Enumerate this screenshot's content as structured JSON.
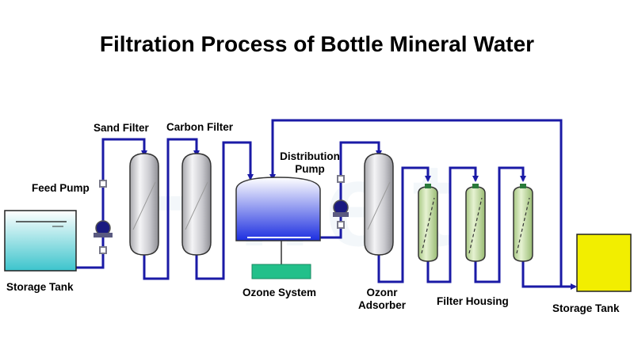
{
  "title": "Filtration Process of Bottle Mineral Water",
  "labels": {
    "storage_tank_in": "Storage Tank",
    "feed_pump": "Feed Pump",
    "sand_filter": "Sand Filter",
    "carbon_filter": "Carbon Filter",
    "ozone_system": "Ozone System",
    "distribution_pump_line1": "Distribution",
    "distribution_pump_line2": "Pump",
    "ozonr_adsorber_line1": "Ozonr",
    "ozonr_adsorber_line2": "Adsorber",
    "filter_housing": "Filter Housing",
    "storage_tank_out": "Storage Tank"
  },
  "colors": {
    "pipe": "#1a1aa6",
    "storage_tank_in_water": "#5fd0d8",
    "storage_tank_out": "#f2ee00",
    "filter_vessel": "#d8d8dc",
    "cartridge": "#c8e0a8",
    "ozone_base": "#22c08a",
    "ozone_water": "#3040e0"
  }
}
